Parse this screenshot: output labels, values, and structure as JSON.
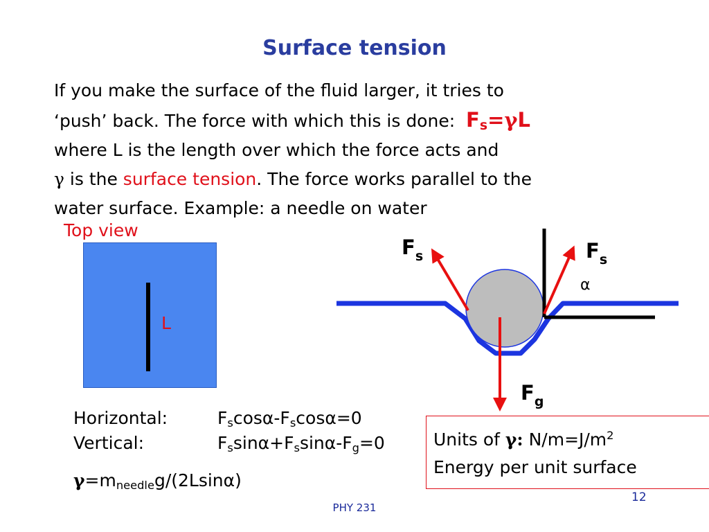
{
  "slide": {
    "title": "Surface tension",
    "para": {
      "line1": "If you make the surface of the fluid larger, it tries to",
      "line2": "‘push’ back. The force with which this is done:",
      "formula_fs": "F",
      "formula_s": "s",
      "formula_eq": "=",
      "formula_gamma": "γ",
      "formula_L": "L",
      "line3": "where L is the length over which the force acts and",
      "line4_gamma": "γ",
      "line4_a": " is the ",
      "line4_term": "surface tension",
      "line4_b": ". The force works parallel to the",
      "line5": "water surface. Example: a needle on water"
    },
    "topview": {
      "label": "Top view",
      "needle_label": "L"
    },
    "diagram": {
      "fs_left": "F",
      "fs_left_sub": "s",
      "fs_right": "F",
      "fs_right_sub": "s",
      "alpha": "α",
      "fg": "F",
      "fg_sub": "g"
    },
    "equations": {
      "horizontal_label": "Horizontal:",
      "horizontal_eq": {
        "a": "F",
        "a_sub": "s",
        "b": "cosα-F",
        "b_sub": "s",
        "c": "cosα=0"
      },
      "vertical_label": "Vertical:",
      "vertical_eq": {
        "a": "F",
        "a_sub": "s",
        "b": "sinα+F",
        "b_sub": "s",
        "c": "sinα-F",
        "c_sub": "g",
        "d": "=0"
      },
      "gamma_eq": {
        "gamma": "γ",
        "a": "=m",
        "a_sub": "needle",
        "b": "g/(2Lsinα)"
      }
    },
    "units": {
      "line1_a": "Units of ",
      "line1_gamma": "γ:",
      "line1_b": " N/m=J/m",
      "line1_sup": "2",
      "line2": "Energy per unit surface"
    },
    "footer": "PHY 231",
    "page_number": "12"
  }
}
